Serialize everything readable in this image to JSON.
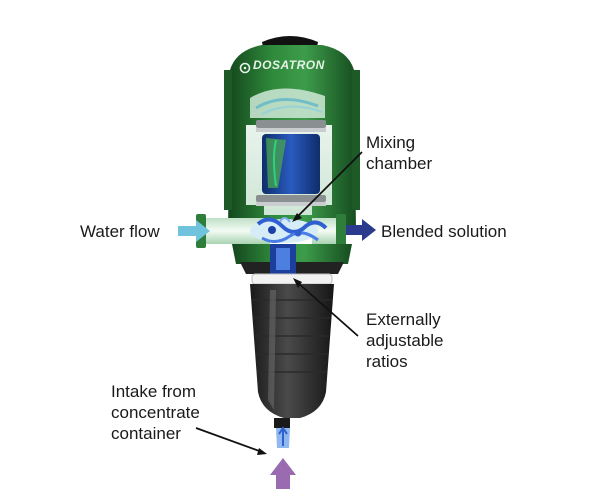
{
  "brand": {
    "logo_text": "DOSATRON"
  },
  "labels": {
    "water_flow": "Water flow",
    "blended_solution": "Blended solution",
    "mixing_chamber": [
      "Mixing",
      "chamber"
    ],
    "adjustable_ratios": [
      "Externally",
      "adjustable",
      "ratios"
    ],
    "intake": [
      "Intake from",
      "concentrate",
      "container"
    ]
  },
  "colors": {
    "housing_green": "#2f7d3a",
    "housing_dark_green": "#1d5a28",
    "inlet_arrow": "#6fc3dc",
    "outlet_arrow": "#2b3a8c",
    "intake_arrow": "#9a6bb0",
    "body_dark": "#3a3a3a",
    "mixing_blue": "#2f5fd0"
  }
}
